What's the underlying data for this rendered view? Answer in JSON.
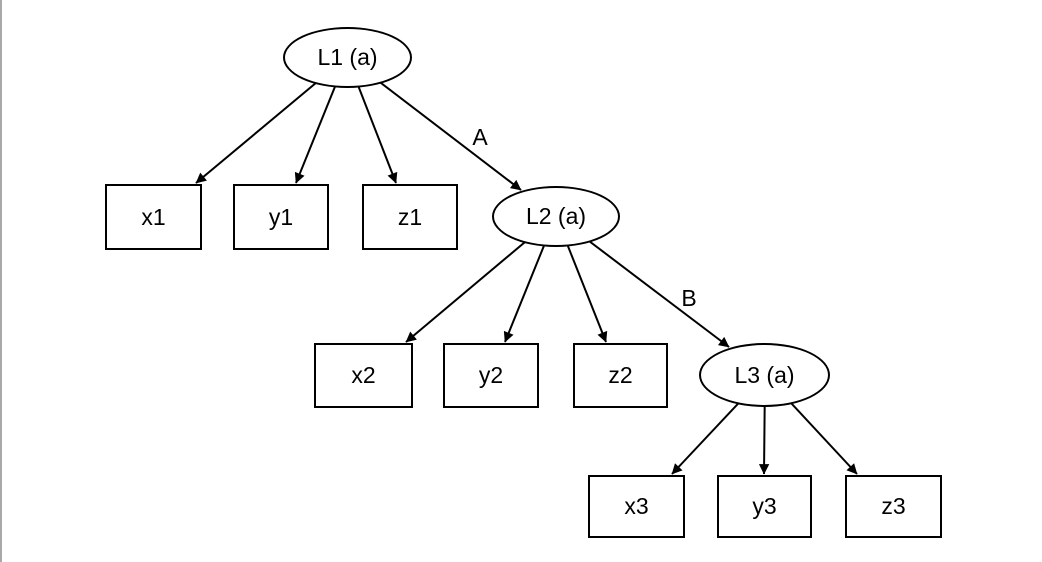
{
  "window": {
    "background": "#ffffff",
    "left_edge_line_color": "#a9a9a9"
  },
  "diagram": {
    "type": "directed-graph",
    "stroke_color": "#000000",
    "text_color": "#000000",
    "node_fill": "#ffffff",
    "nodes": [
      {
        "id": "L1",
        "label": "L1 (a)",
        "shape": "ellipse"
      },
      {
        "id": "x1",
        "label": "x1",
        "shape": "box"
      },
      {
        "id": "y1",
        "label": "y1",
        "shape": "box"
      },
      {
        "id": "z1",
        "label": "z1",
        "shape": "box"
      },
      {
        "id": "L2",
        "label": "L2 (a)",
        "shape": "ellipse"
      },
      {
        "id": "x2",
        "label": "x2",
        "shape": "box"
      },
      {
        "id": "y2",
        "label": "y2",
        "shape": "box"
      },
      {
        "id": "z2",
        "label": "z2",
        "shape": "box"
      },
      {
        "id": "L3",
        "label": "L3 (a)",
        "shape": "ellipse"
      },
      {
        "id": "x3",
        "label": "x3",
        "shape": "box"
      },
      {
        "id": "y3",
        "label": "y3",
        "shape": "box"
      },
      {
        "id": "z3",
        "label": "z3",
        "shape": "box"
      }
    ],
    "edges": [
      {
        "from": "L1",
        "to": "x1",
        "label": ""
      },
      {
        "from": "L1",
        "to": "y1",
        "label": ""
      },
      {
        "from": "L1",
        "to": "z1",
        "label": ""
      },
      {
        "from": "L1",
        "to": "L2",
        "label": "A"
      },
      {
        "from": "L2",
        "to": "x2",
        "label": ""
      },
      {
        "from": "L2",
        "to": "y2",
        "label": ""
      },
      {
        "from": "L2",
        "to": "z2",
        "label": ""
      },
      {
        "from": "L2",
        "to": "L3",
        "label": "B"
      },
      {
        "from": "L3",
        "to": "x3",
        "label": ""
      },
      {
        "from": "L3",
        "to": "y3",
        "label": ""
      },
      {
        "from": "L3",
        "to": "z3",
        "label": ""
      }
    ]
  }
}
